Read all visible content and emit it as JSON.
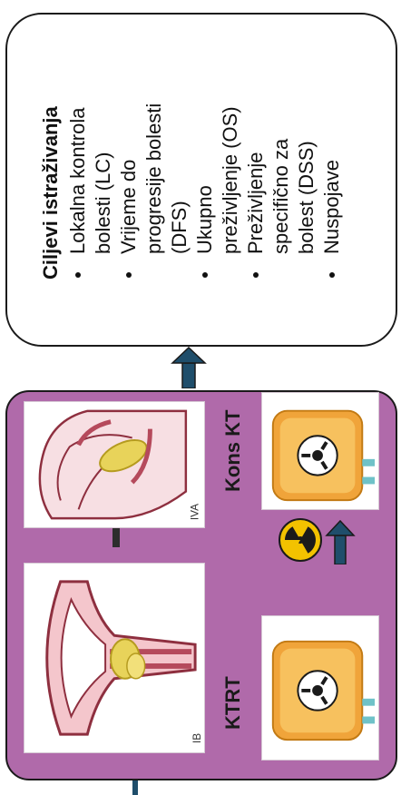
{
  "colors": {
    "panel_purple": "#b06aaa",
    "arrow_blue": "#1f4e6b",
    "connector": "#2d2d2d",
    "radiation_yellow": "#f2c200",
    "bag_orange": "#f0a43a"
  },
  "left_panel": {
    "stage_left_label": "IB",
    "stage_right_label": "IVA",
    "treatment_left_label": "KTRT",
    "treatment_right_label": "Kons KT"
  },
  "icons": [
    "radiation-icon",
    "biohazard-bag-icon",
    "arrow-icon"
  ],
  "goals": {
    "title": "Ciljevi istraživanja",
    "items": [
      {
        "lines": [
          "Lokalna kontrola",
          "bolesti (LC)"
        ]
      },
      {
        "lines": [
          "Vrijeme do",
          "progresije bolesti",
          "(DFS)"
        ]
      },
      {
        "lines": [
          "Ukupno",
          "preživljenje (OS)"
        ]
      },
      {
        "lines": [
          "Preživljenje",
          "specifično za",
          "bolest (DSS)"
        ]
      },
      {
        "lines": [
          "Nuspojave"
        ]
      }
    ]
  }
}
